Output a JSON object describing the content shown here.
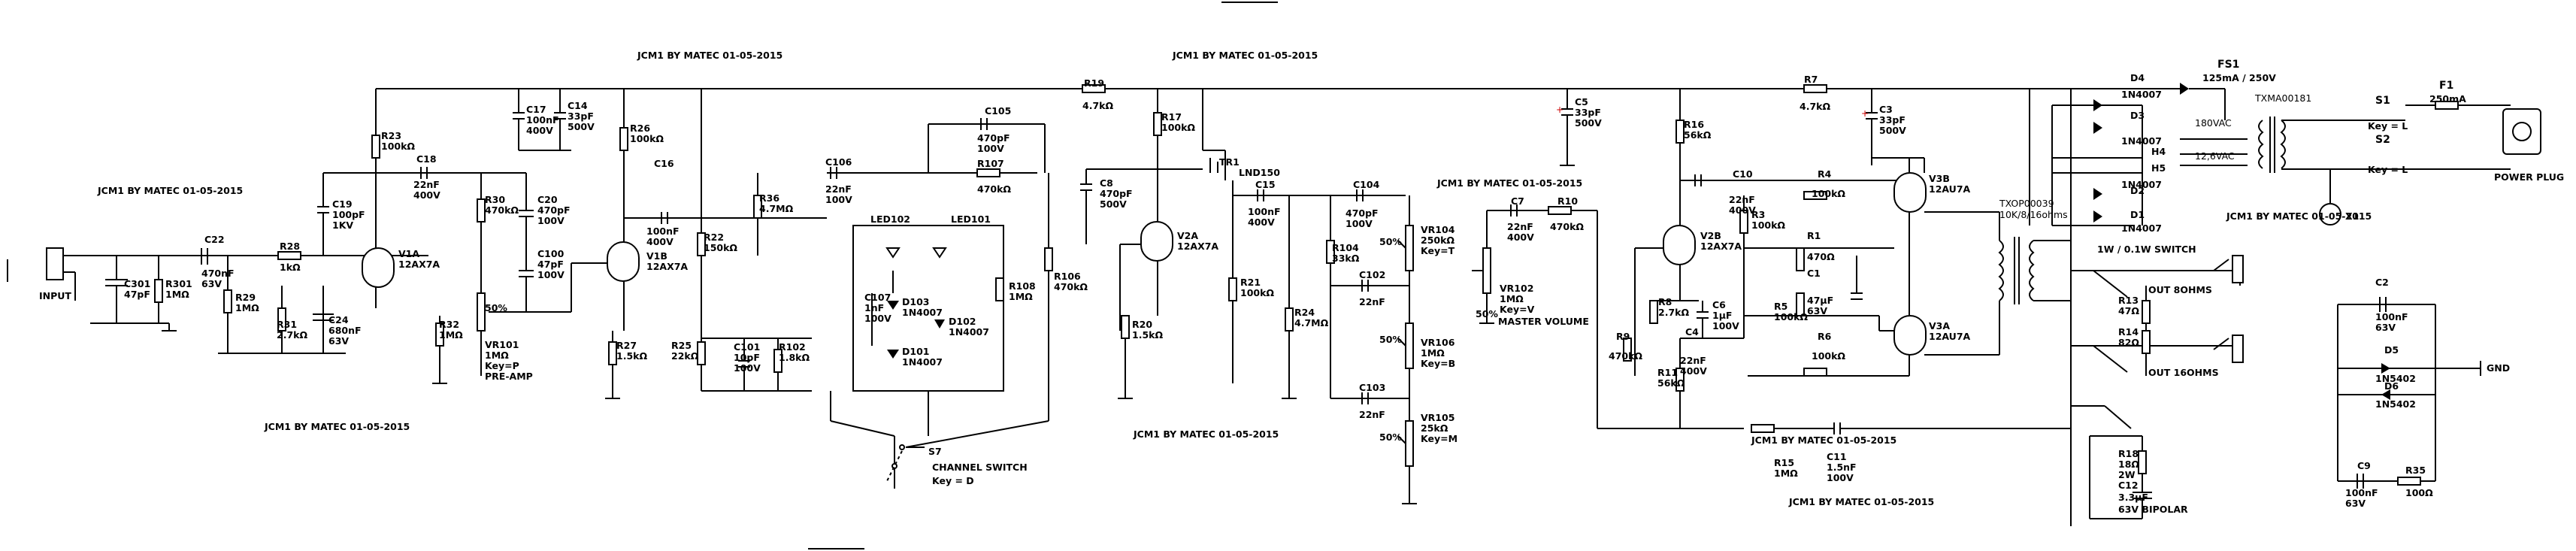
{
  "title_stamp": "JCM1 BY MATEC 01-05-2015",
  "labels": {
    "input": "INPUT",
    "power_plug": "POWER PLUG",
    "gnd": "GND",
    "channel_switch": "CHANNEL SWITCH",
    "channel_key": "Key = D",
    "master_volume": "MASTER VOLUME",
    "switch_1w": "1W / 0.1W SWITCH",
    "out_8": "OUT 8OHMS",
    "out_16": "OUT 16OHMS",
    "fs1": "FS1",
    "fs1_val": "125mA / 250V",
    "f1": "F1",
    "f1_val": "250mA",
    "s1": "S1",
    "s1_key": "Key = L",
    "s2": "S2",
    "s2_key": "Key = L",
    "x1": "X1",
    "txma": "TXMA00181",
    "v180": "180VAC",
    "v126": "12,6VAC",
    "h4": "H4",
    "h5": "H5",
    "txop": "TXOP00039",
    "txop_val": "10K/8/16ohms"
  },
  "components": {
    "c301": [
      "C301",
      "47pF"
    ],
    "r301": [
      "R301",
      "1MΩ"
    ],
    "c22": [
      "C22",
      "470nF",
      "63V"
    ],
    "r29": [
      "R29",
      "1MΩ"
    ],
    "r28": [
      "R28",
      "1kΩ"
    ],
    "r31": [
      "R31",
      "2.7kΩ"
    ],
    "c24": [
      "C24",
      "680nF",
      "63V"
    ],
    "c19": [
      "C19",
      "100pF",
      "1KV"
    ],
    "r23": [
      "R23",
      "100kΩ"
    ],
    "v1a": [
      "V1A",
      "12AX7A"
    ],
    "c18": [
      "C18",
      "22nF",
      "400V"
    ],
    "r30": [
      "R30",
      "470kΩ"
    ],
    "c20": [
      "C20",
      "470pF",
      "100V"
    ],
    "c100": [
      "C100",
      "47pF",
      "100V"
    ],
    "vr101": [
      "VR101",
      "1MΩ",
      "Key=P",
      "PRE-AMP"
    ],
    "vr101_pct": "50%",
    "r32": [
      "R32",
      "1MΩ"
    ],
    "c17": [
      "C17",
      "100nF",
      "400V"
    ],
    "c14": [
      "C14",
      "33pF",
      "500V"
    ],
    "r26": [
      "R26",
      "100kΩ"
    ],
    "v1b": [
      "V1B",
      "12AX7A"
    ],
    "c16": [
      "C16",
      "100nF",
      "400V"
    ],
    "r27": [
      "R27",
      "1.5kΩ"
    ],
    "r22": [
      "R22",
      "150kΩ"
    ],
    "r25": [
      "R25",
      "22kΩ"
    ],
    "c101": [
      "C101",
      "10pF",
      "100V"
    ],
    "r102": [
      "R102",
      "1.8kΩ"
    ],
    "r36": [
      "R36",
      "4.7MΩ"
    ],
    "c106": [
      "C106",
      "22nF",
      "100V"
    ],
    "led102": "LED102",
    "led101": "LED101",
    "c105": [
      "C105",
      "470pF",
      "100V"
    ],
    "r107": [
      "R107",
      "470kΩ"
    ],
    "c107": [
      "C107",
      "1nF",
      "100V"
    ],
    "d103": [
      "D103",
      "1N4007"
    ],
    "d101": [
      "D101",
      "1N4007"
    ],
    "d102": [
      "D102",
      "1N4007"
    ],
    "r108": [
      "R108",
      "1MΩ"
    ],
    "r106": [
      "R106",
      "470kΩ"
    ],
    "s7": "S7",
    "r19": [
      "R19",
      "4.7kΩ"
    ],
    "r17": [
      "R17",
      "100kΩ"
    ],
    "tr1": [
      "TR1",
      "LND150"
    ],
    "c8": [
      "C8",
      "470pF",
      "500V"
    ],
    "v2a": [
      "V2A",
      "12AX7A"
    ],
    "r20": [
      "R20",
      "1.5kΩ"
    ],
    "c15": [
      "C15",
      "100nF",
      "400V"
    ],
    "r21": [
      "R21",
      "100kΩ"
    ],
    "r24": [
      "R24",
      "4.7MΩ"
    ],
    "c104": [
      "C104",
      "470pF",
      "100V"
    ],
    "r104": [
      "R104",
      "33kΩ"
    ],
    "vr104": [
      "VR104",
      "250kΩ",
      "Key=T"
    ],
    "c102": [
      "C102",
      "22nF"
    ],
    "vr106": [
      "VR106",
      "1MΩ",
      "Key=B"
    ],
    "c103": [
      "C103",
      "22nF"
    ],
    "vr105": [
      "VR105",
      "25kΩ",
      "Key=M"
    ],
    "pct": "50%",
    "c7": [
      "C7",
      "22nF",
      "400V"
    ],
    "r10": [
      "R10",
      "470kΩ"
    ],
    "vr102": [
      "VR102",
      "1MΩ",
      "Key=V"
    ],
    "c5": [
      "C5",
      "33pF",
      "500V"
    ],
    "r7": [
      "R7",
      "4.7kΩ"
    ],
    "c3": [
      "C3",
      "33pF",
      "500V"
    ],
    "r16": [
      "R16",
      "56kΩ"
    ],
    "v2b": [
      "V2B",
      "12AX7A"
    ],
    "r8": [
      "R8",
      "2.7kΩ"
    ],
    "c6": [
      "C6",
      "1µF",
      "100V"
    ],
    "r9": [
      "R9",
      "470kΩ"
    ],
    "r11": [
      "R11",
      "56kΩ"
    ],
    "c10": [
      "C10",
      "22nF",
      "400V"
    ],
    "r4": [
      "R4",
      "100kΩ"
    ],
    "r3": [
      "R3",
      "100kΩ"
    ],
    "r1": [
      "R1",
      "470Ω"
    ],
    "c1": [
      "C1",
      "47µF",
      "63V"
    ],
    "r5": [
      "R5",
      "100kΩ"
    ],
    "c4": [
      "C4",
      "22nF",
      "400V"
    ],
    "r6": [
      "R6",
      "100kΩ"
    ],
    "v3b": [
      "V3B",
      "12AU7A"
    ],
    "v3a": [
      "V3A",
      "12AU7A"
    ],
    "r15": [
      "R15",
      "1MΩ"
    ],
    "c11": [
      "C11",
      "1.5nF",
      "100V"
    ],
    "d4": [
      "D4",
      "1N4007"
    ],
    "d3": [
      "D3",
      "1N4007"
    ],
    "d2": [
      "D2",
      "1N4007"
    ],
    "d1": [
      "D1",
      "1N4007"
    ],
    "r13": [
      "R13",
      "47Ω"
    ],
    "r14": [
      "R14",
      "82Ω"
    ],
    "r18": [
      "R18",
      "18Ω",
      "2W"
    ],
    "c12": [
      "C12",
      "3.3µF",
      "63V BIPOLAR"
    ],
    "c2": [
      "C2",
      "100nF",
      "63V"
    ],
    "d5": [
      "D5",
      "1N5402"
    ],
    "d6": [
      "D6",
      "1N5402"
    ],
    "c9": [
      "C9",
      "100nF",
      "63V"
    ],
    "r35": [
      "R35",
      "100Ω"
    ]
  }
}
